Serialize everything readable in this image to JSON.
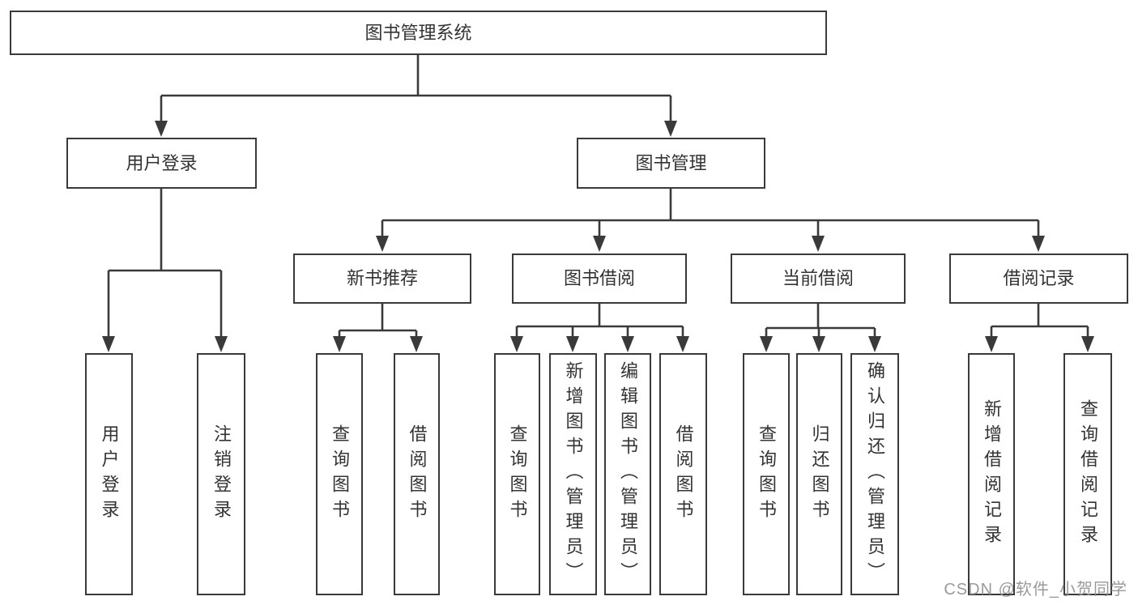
{
  "diagram_type": "hierarchy-tree",
  "watermark": "CSDN @软件_小贺同学",
  "colors": {
    "line": "#3a3a3a",
    "text": "#333333",
    "background": "#ffffff",
    "watermark": "#919191"
  },
  "tree": {
    "label": "图书管理系统",
    "children": [
      {
        "label": "用户登录",
        "children": [
          {
            "label": "用户登录"
          },
          {
            "label": "注销登录"
          }
        ]
      },
      {
        "label": "图书管理",
        "children": [
          {
            "label": "新书推荐",
            "children": [
              {
                "label": "查询图书"
              },
              {
                "label": "借阅图书"
              }
            ]
          },
          {
            "label": "图书借阅",
            "children": [
              {
                "label": "查询图书"
              },
              {
                "label": "新增图书（管理员）"
              },
              {
                "label": "编辑图书（管理员）"
              },
              {
                "label": "借阅图书"
              }
            ]
          },
          {
            "label": "当前借阅",
            "children": [
              {
                "label": "查询图书"
              },
              {
                "label": "归还图书"
              },
              {
                "label": "确认归还（管理员）"
              }
            ]
          },
          {
            "label": "借阅记录",
            "children": [
              {
                "label": "新增借阅记录"
              },
              {
                "label": "查询借阅记录"
              }
            ]
          }
        ]
      }
    ]
  }
}
